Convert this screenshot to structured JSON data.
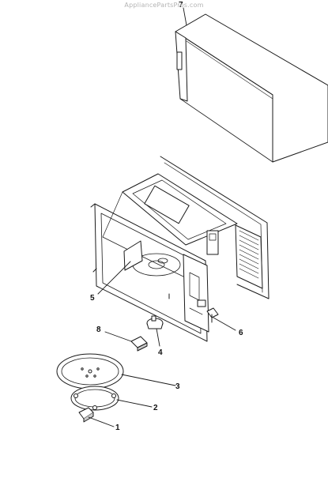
{
  "watermark": "AppliancePartsPros.com",
  "diagram": {
    "callouts": [
      "1",
      "2",
      "3",
      "4",
      "5",
      "6",
      "7",
      "8"
    ],
    "parts": {
      "cabinet_wrapper": "7",
      "cavity_chassis": "5",
      "turntable_tray": "3",
      "roller_ring": "2",
      "coupler": "1",
      "turntable_motor": "4",
      "door_switch": "6",
      "waveguide_cover": "8"
    }
  }
}
